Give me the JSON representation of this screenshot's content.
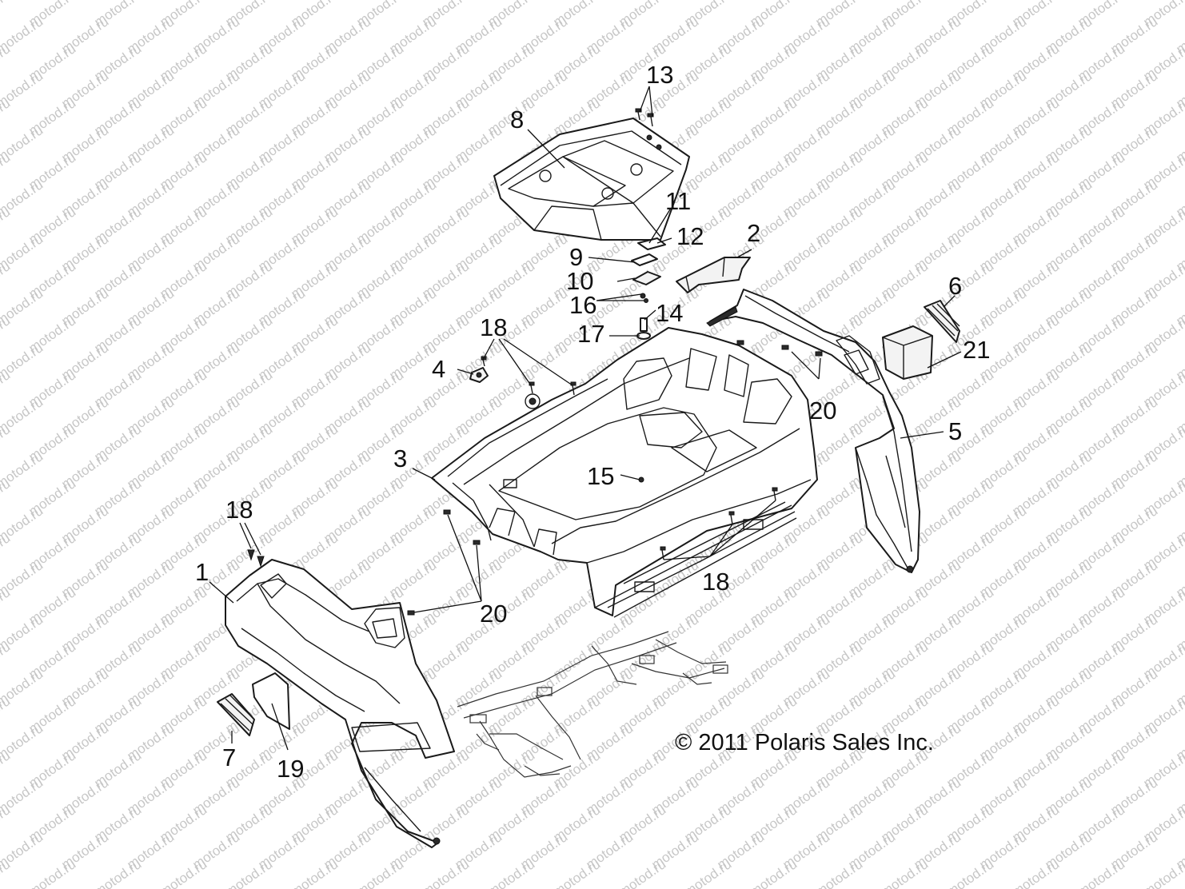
{
  "watermark": "motod.ru",
  "copyright": "© 2011 Polaris Sales Inc.",
  "callouts": {
    "c1": "1",
    "c2": "2",
    "c3": "3",
    "c4": "4",
    "c5": "5",
    "c6": "6",
    "c7": "7",
    "c8": "8",
    "c9": "9",
    "c10": "10",
    "c11": "11",
    "c12": "12",
    "c13": "13",
    "c14": "14",
    "c15": "15",
    "c16": "16",
    "c17": "17",
    "c18": "18",
    "c19": "19",
    "c20": "20",
    "c21": "21"
  }
}
